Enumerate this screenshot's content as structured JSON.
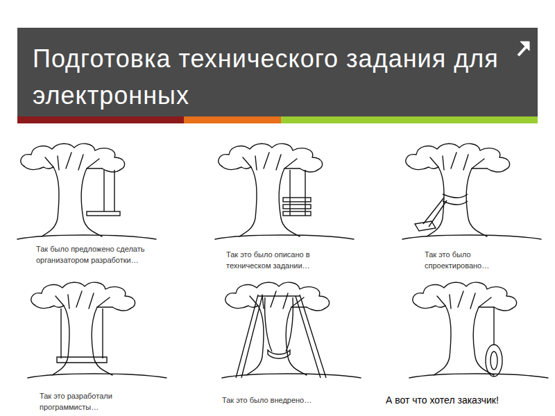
{
  "diagram": {
    "title": "Подготовка технического задания для электронных",
    "labels": [
      "Так было предложено сделать организатором разработки…",
      "Так это было описано в техническом задании…",
      "Так это было спроектировано…",
      "Так это разработали программисты…",
      "Так это было внедрено…",
      "А вот что хотел заказчик!"
    ]
  }
}
